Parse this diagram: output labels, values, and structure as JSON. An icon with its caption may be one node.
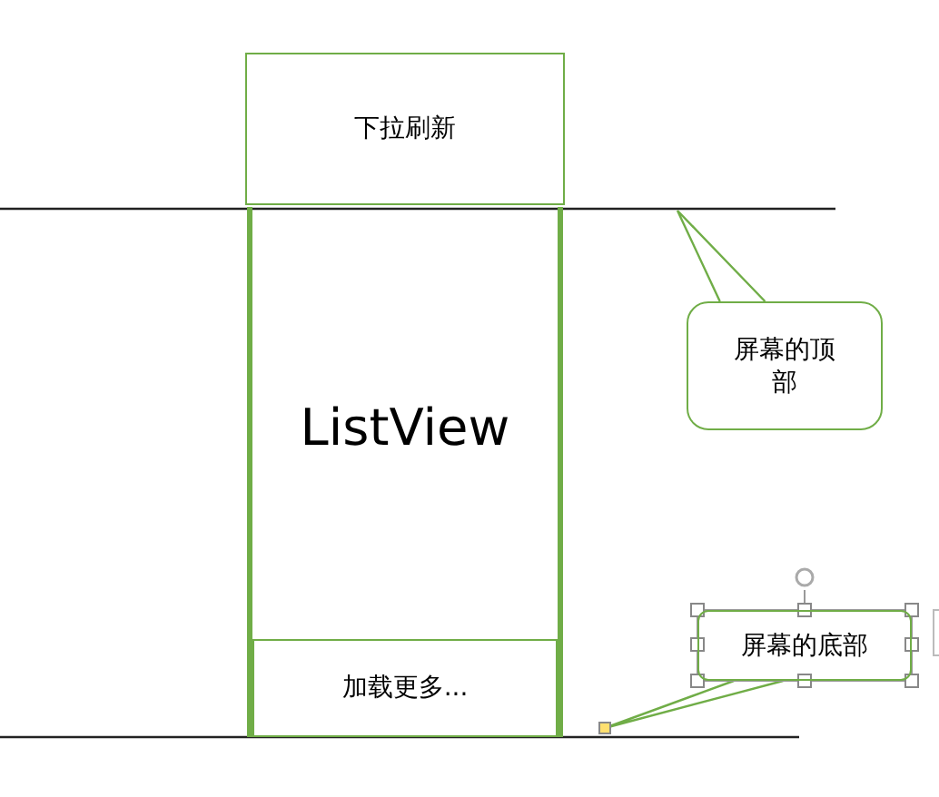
{
  "diagram": {
    "nodes": [
      {
        "text": [
          "下拉刷新"
        ]
      },
      {
        "text": [
          "ListView"
        ]
      },
      {
        "text": [
          "加载更多..."
        ],
        "in": 1
      },
      {
        "text": [
          "屏幕的顶部"
        ]
      },
      {
        "text": [
          "屏幕的底部"
        ]
      }
    ],
    "edges": [
      {
        "from": 3,
        "to": null,
        "arrow": "none"
      },
      {
        "from": 4,
        "to": null,
        "arrow": "none"
      }
    ]
  }
}
